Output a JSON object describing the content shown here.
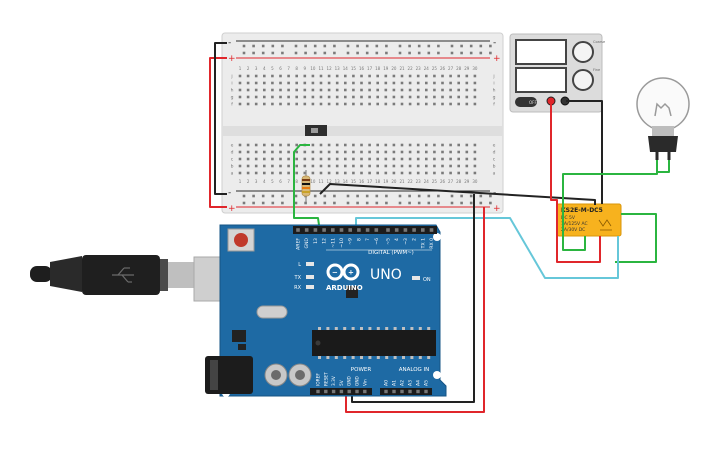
{
  "breadboard": {
    "rail_minus": "-",
    "rail_plus": "+",
    "row_letters_top": [
      "j",
      "i",
      "h",
      "g",
      "f"
    ],
    "row_letters_bottom": [
      "e",
      "d",
      "c",
      "b",
      "a"
    ],
    "column_numbers": [
      "1",
      "2",
      "3",
      "4",
      "5",
      "6",
      "7",
      "8",
      "9",
      "10",
      "11",
      "12",
      "13",
      "14",
      "15",
      "16",
      "17",
      "18",
      "19",
      "20",
      "21",
      "22",
      "23",
      "24",
      "25",
      "26",
      "27",
      "28",
      "29",
      "30"
    ]
  },
  "power_supply": {
    "knob_top_label": "Coarse",
    "knob_bottom_label": "Fine",
    "switch_label": "OFF"
  },
  "relay": {
    "model": "KS2E-M-DC5",
    "line1": "DC 5V",
    "line2": "1A/125V AC",
    "line3": "2A/30V DC"
  },
  "arduino": {
    "brand": "ARDUINO",
    "model": "UNO",
    "digital_label": "DIGITAL (PWM~)",
    "power_label": "POWER",
    "analog_label": "ANALOG IN",
    "on_label": "ON",
    "l_label": "L",
    "tx_label": "TX",
    "rx_label": "RX",
    "digital_pins": [
      "AREF",
      "GND",
      "13",
      "12",
      "~11",
      "~10",
      "~9",
      "8",
      "7",
      "~6",
      "~5",
      "4",
      "~3",
      "2",
      "TX 1",
      "RX 0"
    ],
    "power_pins": [
      "IOREF",
      "RESET",
      "3.3V",
      "5V",
      "GND",
      "GND",
      "Vin"
    ],
    "analog_pins": [
      "A0",
      "A1",
      "A2",
      "A3",
      "A4",
      "A5"
    ]
  },
  "colors": {
    "wire_red": "#e0262b",
    "wire_black": "#222222",
    "wire_green": "#2bb540",
    "wire_cyan": "#66c7d9",
    "board_blue": "#1e6aa4",
    "relay_yellow": "#f7b21e"
  }
}
